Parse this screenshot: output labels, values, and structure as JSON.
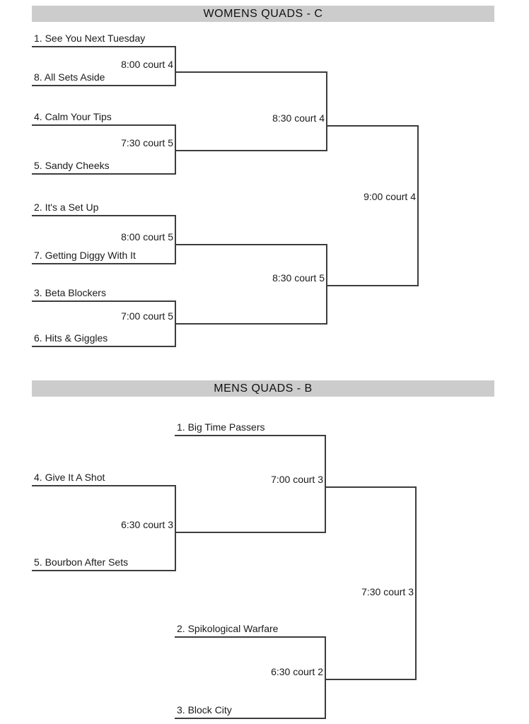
{
  "womens": {
    "title": "WOMENS QUADS - C",
    "teams": [
      "1. See You Next Tuesday",
      "8. All Sets Aside",
      "4. Calm Your Tips",
      "5. Sandy Cheeks",
      "2. It's a Set Up",
      "7. Getting Diggy With It",
      "3. Beta Blockers",
      "6. Hits & Giggles"
    ],
    "times": {
      "m1": "8:00 court 4",
      "m2": "7:30 court 5",
      "m3": "8:00 court 5",
      "m4": "7:00 court 5",
      "sf1": "8:30 court 4",
      "sf2": "8:30 court 5",
      "final": "9:00 court 4"
    }
  },
  "mens": {
    "title": "MENS QUADS - B",
    "teams": [
      "1. Big Time Passers",
      "4. Give It A Shot",
      "5. Bourbon After Sets",
      "2. Spikological Warfare",
      "3. Block City"
    ],
    "times": {
      "m1": "6:30 court 3",
      "sf1": "7:00 court 3",
      "sf2": "6:30 court 2",
      "final": "7:30 court 3"
    }
  },
  "colors": {
    "header_background": "#cccccc",
    "line": "#3d3d3d",
    "text": "#1a1a1a"
  }
}
